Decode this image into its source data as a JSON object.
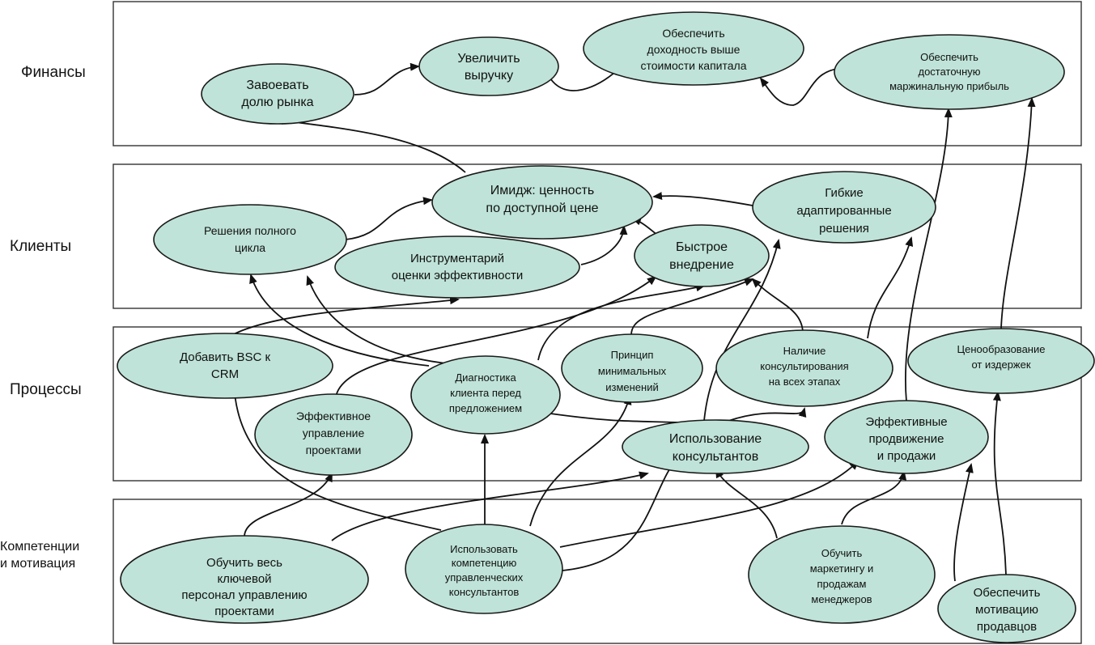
{
  "lanes": {
    "finance": "Финансы",
    "clients": "Клиенты",
    "processes": "Процессы",
    "competencies": [
      "Компетенции",
      "и мотивация"
    ]
  },
  "nodes": {
    "market_share": [
      "Завоевать",
      "долю рынка"
    ],
    "revenue": [
      "Увеличить",
      "выручку"
    ],
    "return_capital": [
      "Обеспечить",
      "доходность выше",
      "стоимости капитала"
    ],
    "margin": [
      "Обеспечить",
      "достаточную",
      "маржинальную прибыль"
    ],
    "full_cycle": [
      "Решения полного",
      "цикла"
    ],
    "image": [
      "Имидж: ценность",
      "по доступной цене"
    ],
    "flexible": [
      "Гибкие",
      "адаптированные",
      "решения"
    ],
    "toolkit": [
      "Инструментарий",
      "оценки эффективности"
    ],
    "fast_impl": [
      "Быстрое",
      "внедрение"
    ],
    "bsc_crm": [
      "Добавить BSC к",
      "CRM"
    ],
    "diagnostics": [
      "Диагностика",
      "клиента перед",
      "предложением"
    ],
    "min_change": [
      "Принцип",
      "минимальных",
      "изменений"
    ],
    "consulting_all": [
      "Наличие",
      "консультирования",
      "на всех этапах"
    ],
    "cost_pricing": [
      "Ценообразование",
      "от издержек"
    ],
    "project_mgmt": [
      "Эффективное",
      "управление",
      "проектами"
    ],
    "use_consultants": [
      "Использование",
      "консультантов"
    ],
    "promo_sales": [
      "Эффективные",
      "продвижение",
      "и продажи"
    ],
    "train_staff": [
      "Обучить весь",
      "ключевой",
      "персонал управлению",
      "проектами"
    ],
    "use_competence": [
      "Использовать",
      "компетенцию",
      "управленческих",
      "консультантов"
    ],
    "train_managers": [
      "Обучить",
      "маркетингу и",
      "продажам",
      "менеджеров"
    ],
    "motivate": [
      "Обеспечить",
      "мотивацию",
      "продавцов"
    ]
  },
  "colors": {
    "node_fill": "#bfe3d8",
    "stroke": "#111111"
  }
}
